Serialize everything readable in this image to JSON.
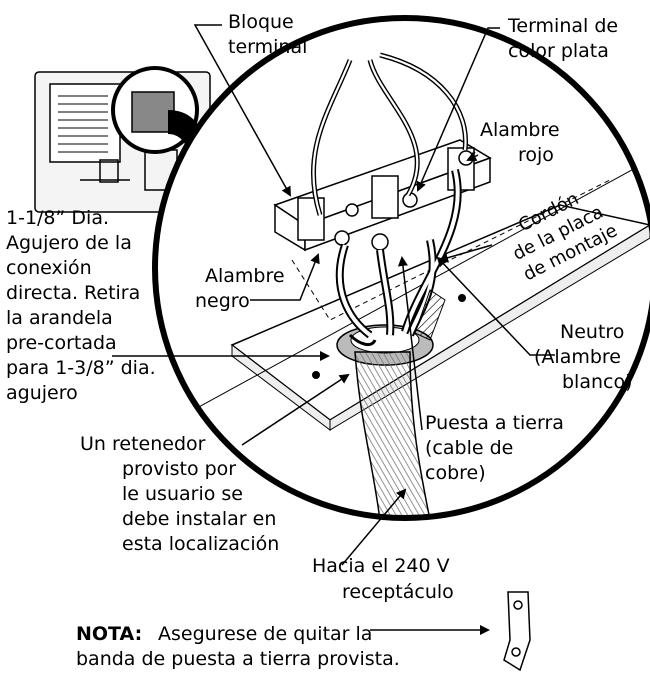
{
  "labels": {
    "bloque_terminal": [
      "Bloque",
      "terminal"
    ],
    "terminal_plata": [
      "Terminal de",
      "color plata"
    ],
    "alambre_rojo": [
      "Alambre",
      "rojo"
    ],
    "cordon_placa": [
      "Cordón",
      "de la placa",
      "de montaje"
    ],
    "agujero": [
      "1-1/8” Dia.",
      "Agujero de la",
      "conexión",
      "directa. Retira",
      "la arandela",
      "pre-cortada",
      "para 1-3/8” dia.",
      "agujero"
    ],
    "alambre_negro": [
      "Alambre",
      "negro"
    ],
    "neutro": [
      "Neutro",
      "(Alambre",
      "blanco)"
    ],
    "puesta_tierra": [
      "Puesta a tierra",
      "(cable de",
      "cobre)"
    ],
    "retenedor": [
      "Un retenedor",
      "provisto por",
      "le usuario se",
      "debe instalar en",
      "esta localización"
    ],
    "hacia": [
      "Hacia el 240 V",
      "receptáculo"
    ]
  },
  "nota": {
    "bold": "NOTA:",
    "line1": "Asegurese de quitar la",
    "line2": "banda de puesta a tierra provista."
  }
}
